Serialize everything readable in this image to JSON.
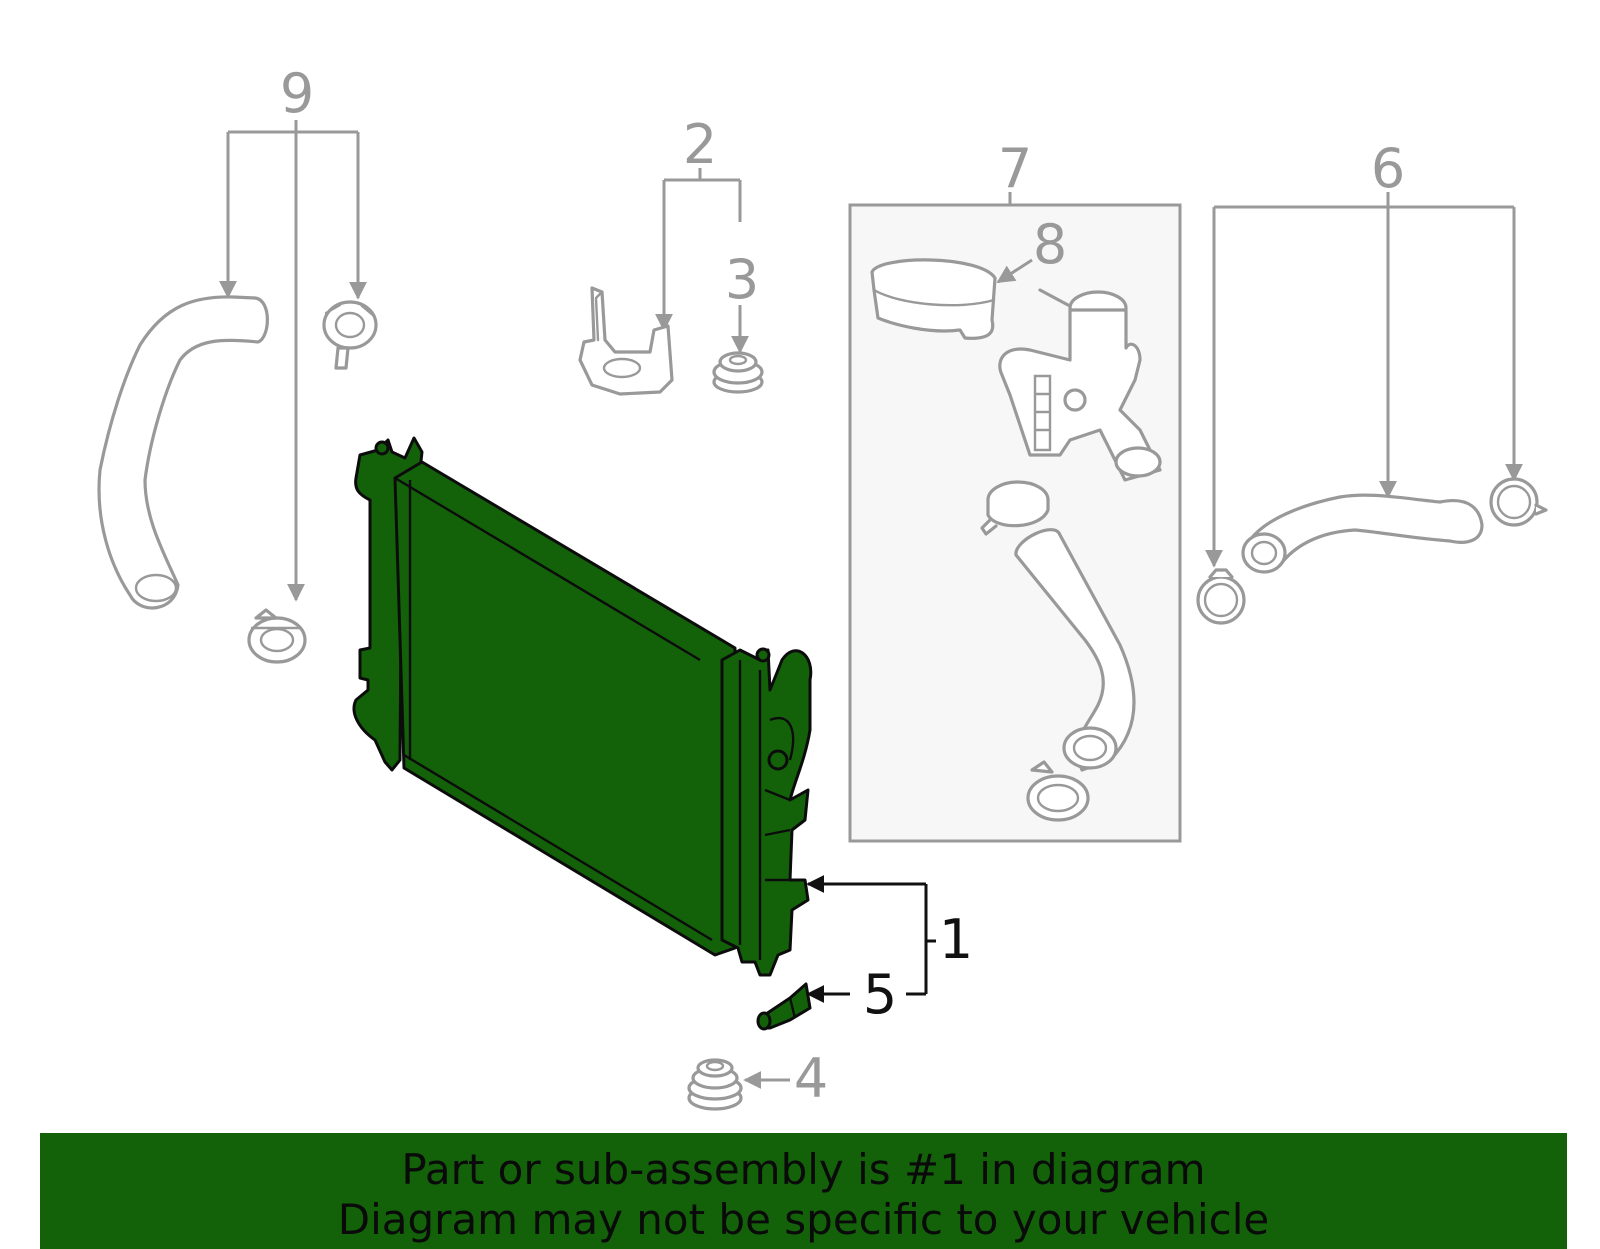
{
  "callouts": {
    "c1": "1",
    "c2": "2",
    "c3": "3",
    "c4": "4",
    "c5": "5",
    "c6": "6",
    "c7": "7",
    "c8": "8",
    "c9": "9"
  },
  "banner": {
    "line1": "Part or sub-assembly is #1 in diagram",
    "line2": "Diagram may not be specific to your vehicle"
  },
  "colors": {
    "highlight": "#13620a",
    "part_outline": "#999999",
    "outline_dark": "#0c0c0c"
  }
}
